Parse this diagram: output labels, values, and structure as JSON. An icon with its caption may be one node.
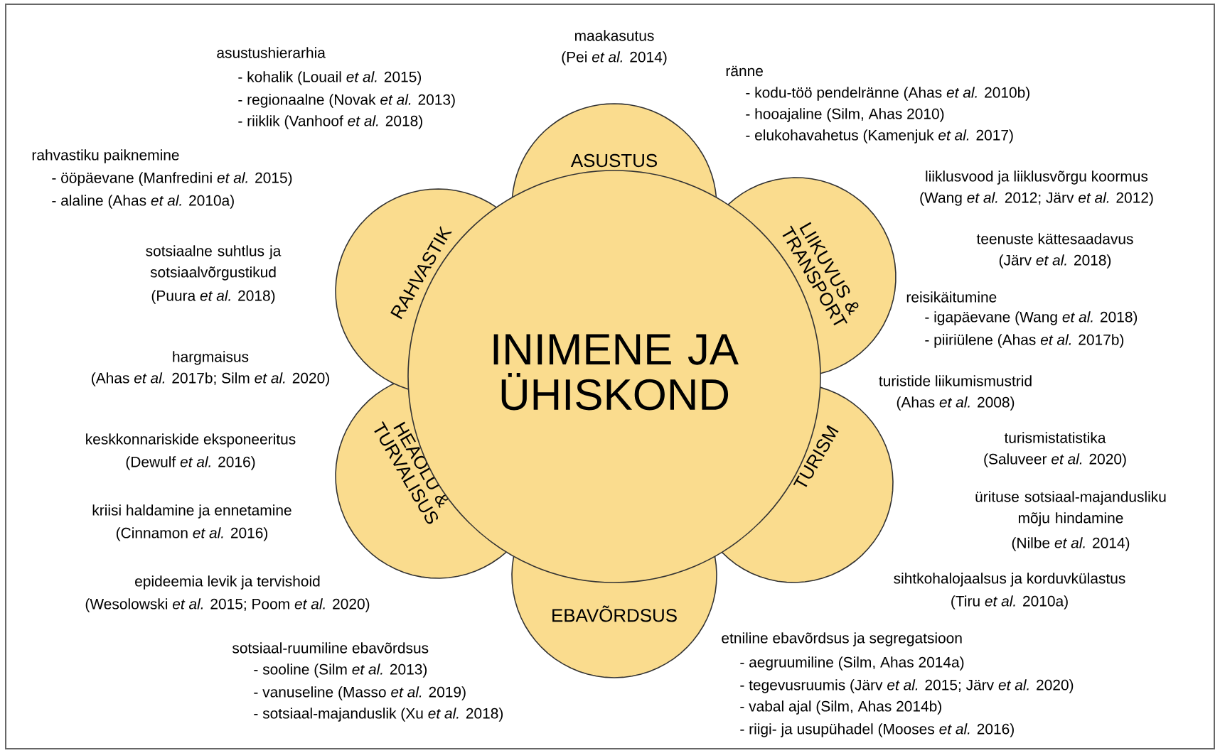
{
  "diagram": {
    "nodes": [
      {
        "text": [
          "INIMENE JA ÜHISKOND"
        ]
      },
      {
        "text": [
          "ASUSTUS"
        ]
      },
      {
        "text": [
          "LIIKUVUS & TRANSPORT"
        ]
      },
      {
        "text": [
          "TURISM"
        ]
      },
      {
        "text": [
          "EBAVÕRDSUS"
        ]
      },
      {
        "text": [
          "HEAOLU & TURVALISUS"
        ]
      },
      {
        "text": [
          "RAHVASTIK"
        ]
      }
    ],
    "edges": [],
    "labels": [
      "maakasutus",
      "(Pei *et al.* 2014)",
      "asustushierarhia",
      "- kohalik (Louail *et al.* 2015)",
      "- regionaalne (Novak *et al.* 2013)",
      "- riiklik (Vanhoof *et al.* 2018)",
      "ränne",
      "- kodu-töö pendelränne (Ahas *et al.* 2010b)",
      "- hooajaline (Silm, Ahas 2010)",
      "- elukohavahetus (Kamenjuk *et al.* 2017)",
      "rahvastiku paiknemine",
      "- ööpäevane (Manfredini *et al.* 2015)",
      "- alaline (Ahas *et al.* 2010a)",
      "liiklusvood ja liiklusvõrgu koormus",
      "(Wang *et al.* 2012; Järv *et al.* 2012)",
      "teenuste kättesaadavus",
      "(Järv *et al.* 2018)",
      "sotsiaalne suhtlus ja sotsiaalvõrgustikud",
      "(Puura *et al.* 2018)",
      "reisikäitumine",
      "- igapäevane (Wang *et al.* 2018)",
      "- piiriülene (Ahas *et al.* 2017b)",
      "hargmaisus",
      "(Ahas *et al.* 2017b; Silm *et al.* 2020)",
      "turistide liikumismustrid",
      "(Ahas *et al.* 2008)",
      "keskkonnariskide eksponeeritus",
      "(Dewulf *et al.* 2016)",
      "turismistatistika",
      "(Saluveer *et al.* 2020)",
      "kriisi haldamine ja ennetamine",
      "(Cinnamon *et al.* 2016)",
      "ürituse sotsiaal-majandusliku mõju hindamine",
      "(Nilbe *et al.* 2014)",
      "sihtkohalojaalsus ja korduvkülastus",
      "(Tiru *et al.* 2010a)",
      "epideemia levik ja tervishoid",
      "(Wesolowski *et al.* 2015; Poom *et al.* 2020)",
      "sotsiaal-ruumiline ebavõrdsus",
      "- sooline (Silm *et al.* 2013)",
      "- vanuseline (Masso *et al.* 2019)",
      "- sotsiaal-majanduslik (Xu *et al.* 2018)",
      "etniline ebavõrdsus ja segregatsioon",
      "- aegruumiline (Silm, Ahas 2014a)",
      "- tegevusruumis (Järv *et al.* 2015; Järv *et al.* 2020)",
      "- vabal ajal (Silm, Ahas 2014b)",
      "- riigi- ja usupühadel (Mooses *et al.* 2016)"
    ]
  }
}
